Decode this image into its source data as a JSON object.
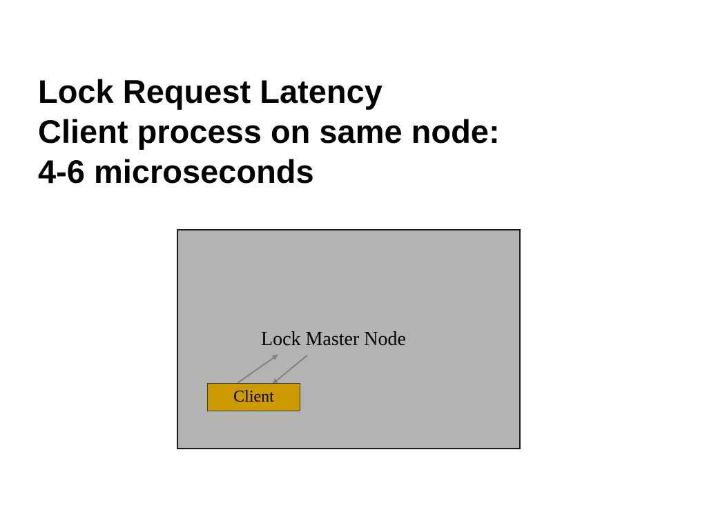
{
  "slide": {
    "title_lines": [
      "Lock Request Latency",
      "Client process on same node:",
      "4-6 microseconds"
    ]
  },
  "diagram": {
    "node_label": "Lock Master Node",
    "client_label": "Client",
    "colors": {
      "node_fill": "#b3b3b3",
      "client_fill": "#cc9900",
      "arrow": "#808080"
    }
  }
}
